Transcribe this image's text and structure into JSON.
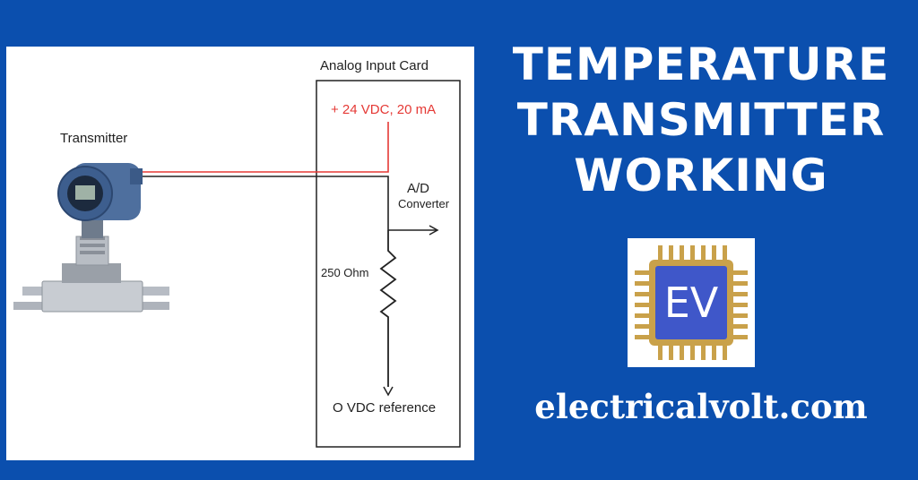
{
  "diagram": {
    "card_label": "Analog Input Card",
    "supply_label": "+ 24 VDC, 20 mA",
    "transmitter_label": "Transmitter",
    "adc_label_top": "A/D",
    "adc_label_bottom": "Converter",
    "resistor_label": "250 Ohm",
    "reference_label": "O VDC reference"
  },
  "headline": {
    "line1": "TEMPERATURE",
    "line2": "TRANSMITTER",
    "line3": "WORKING"
  },
  "logo": {
    "text": "EV"
  },
  "website": "electricalvolt.com",
  "colors": {
    "background": "#0b4fae",
    "signal_wire": "#e53935",
    "circuit_line": "#222222",
    "logo_gold": "#c9a14a",
    "logo_blue": "#3f57c9"
  }
}
